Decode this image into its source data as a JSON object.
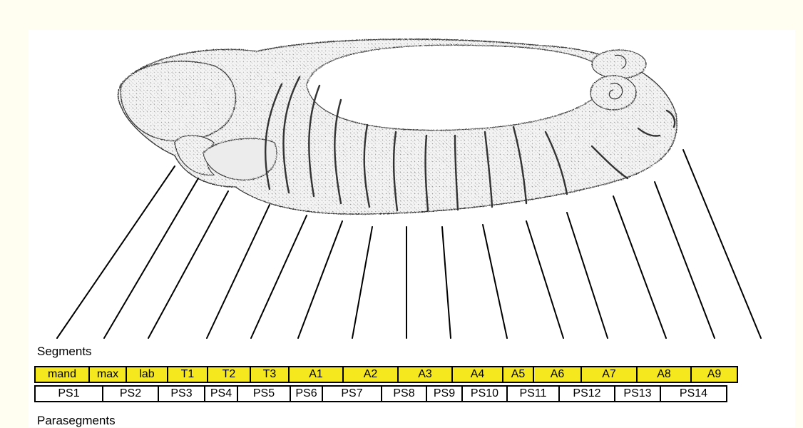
{
  "labels": {
    "segments": "Segments",
    "parasegments": "Parasegments"
  },
  "segments": [
    "mand",
    "max",
    "lab",
    "T1",
    "T2",
    "T3",
    "A1",
    "A2",
    "A3",
    "A4",
    "A5",
    "A6",
    "A7",
    "A8",
    "A9"
  ],
  "parasegments": [
    "PS1",
    "PS2",
    "PS3",
    "PS4",
    "PS5",
    "PS6",
    "PS7",
    "PS8",
    "PS9",
    "PS10",
    "PS11",
    "PS12",
    "PS13",
    "PS14"
  ],
  "colors": {
    "segment_fill": "#f6e81f",
    "embryo_shading": "#bdbdbd",
    "outline": "#000000",
    "background": "#fffef0"
  }
}
